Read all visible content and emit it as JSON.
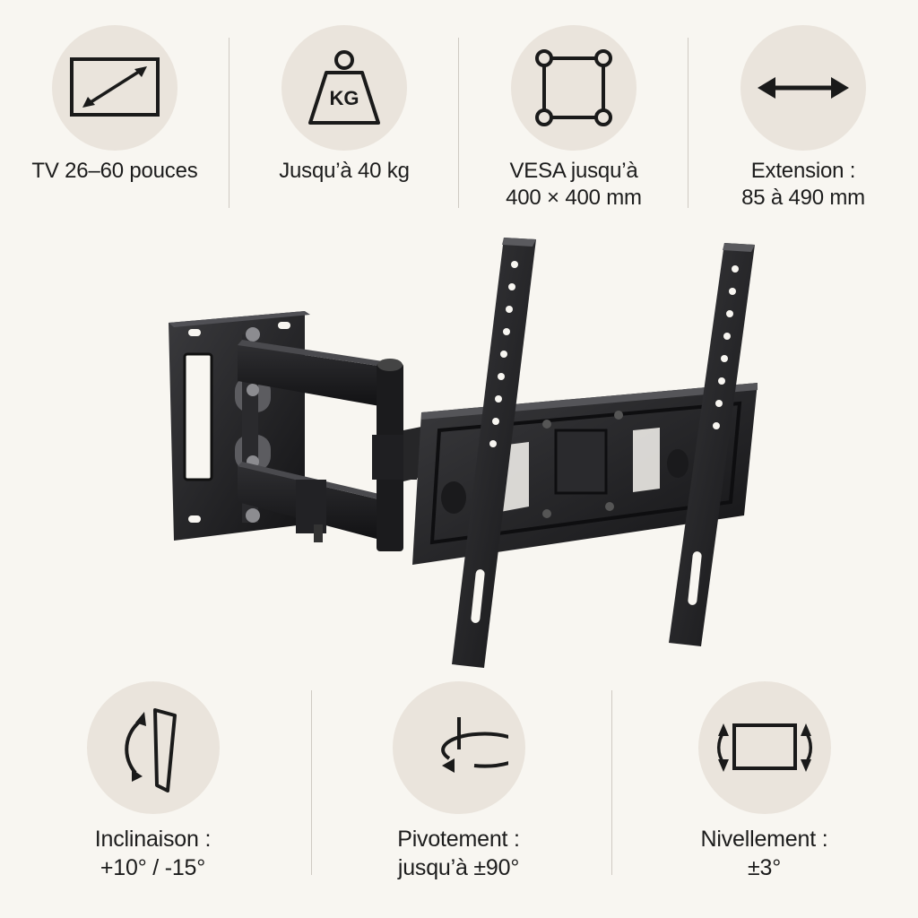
{
  "features_top": [
    {
      "icon": "tv-size-icon",
      "line1": "TV 26–60 pouces",
      "line2": ""
    },
    {
      "icon": "weight-kg-icon",
      "icon_text": "KG",
      "line1": "Jusqu’à 40 kg",
      "line2": ""
    },
    {
      "icon": "vesa-pattern-icon",
      "line1": "VESA jusqu’à",
      "line2": "400 × 400 mm"
    },
    {
      "icon": "extension-arrow-icon",
      "line1": "Extension :",
      "line2": "85 à 490 mm"
    }
  ],
  "features_bottom": [
    {
      "icon": "tilt-icon",
      "line1": "Inclinaison :",
      "line2": "+10° / -15°"
    },
    {
      "icon": "swivel-icon",
      "line1": "Pivotement :",
      "line2": "jusqu’à ±90°"
    },
    {
      "icon": "leveling-icon",
      "line1": "Nivellement :",
      "line2": "±3°"
    }
  ],
  "colors": {
    "background": "#f8f6f1",
    "circle": "#eae4dc",
    "icon": "#1a1a1a",
    "metal": "#1f1f21"
  }
}
